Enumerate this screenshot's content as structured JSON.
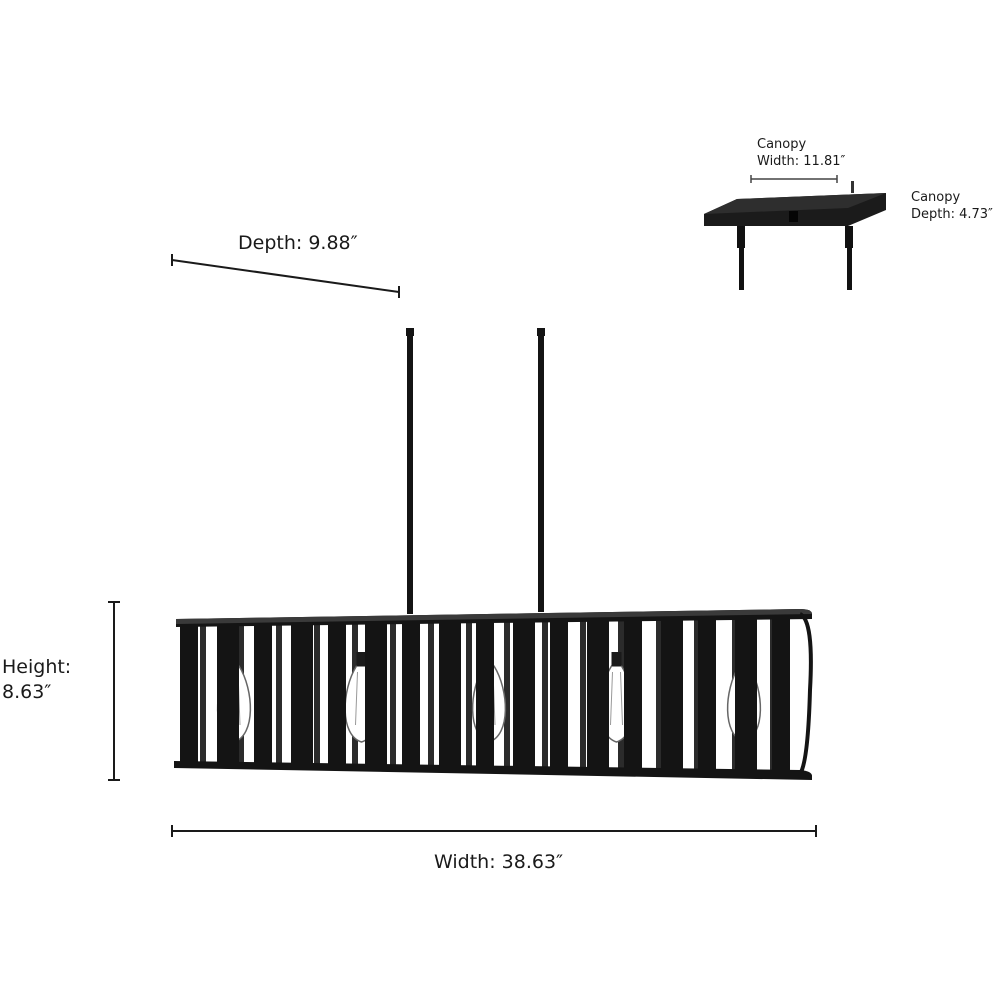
{
  "labels": {
    "depth": "Depth: 9.88″",
    "height_line1": "Height:",
    "height_line2": "8.63″",
    "width": "Width: 38.63″",
    "canopy_width_line1": "Canopy",
    "canopy_width_line2": "Width: 11.81″",
    "canopy_depth_line1": "Canopy",
    "canopy_depth_line2": "Depth: 4.73″"
  },
  "fixture": {
    "bulb_count": 5,
    "finish_color": "#141414"
  }
}
